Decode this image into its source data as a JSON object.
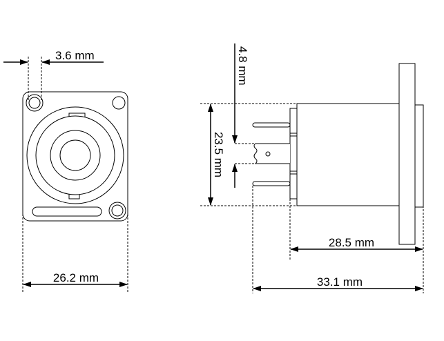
{
  "dimensions": {
    "hole_offset": "3.6 mm",
    "front_width": "26.2 mm",
    "height": "23.5 mm",
    "tab_offset": "4.8 mm",
    "body_depth": "28.5 mm",
    "total_depth": "33.1 mm"
  }
}
